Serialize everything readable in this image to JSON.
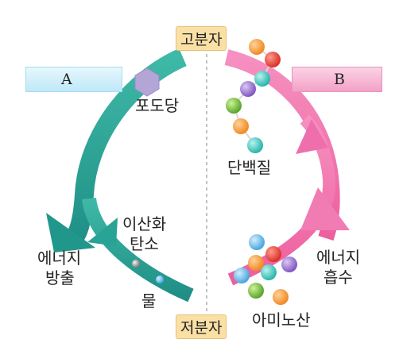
{
  "labels": {
    "high_molecule": "고분자",
    "low_molecule": "저분자",
    "process_a": "A",
    "process_b": "B",
    "glucose": "포도당",
    "protein": "단백질",
    "carbon_dioxide_line1": "이산화",
    "carbon_dioxide_line2": "탄소",
    "water": "물",
    "energy_release_line1": "에너지",
    "energy_release_line2": "방출",
    "energy_absorb_line1": "에너지",
    "energy_absorb_line2": "흡수",
    "amino_acid": "아미노산"
  },
  "colors": {
    "arrow_a": "#2fa89b",
    "arrow_b": "#f06aa8",
    "box_a": "#cdeef9",
    "box_b": "#f7b6d5",
    "tag_bg": "#fbe0a6",
    "glucose_hexagon": "#b3a6d6"
  },
  "icons": {
    "glucose": "hexagon-icon",
    "molecule": "bead-chain"
  }
}
